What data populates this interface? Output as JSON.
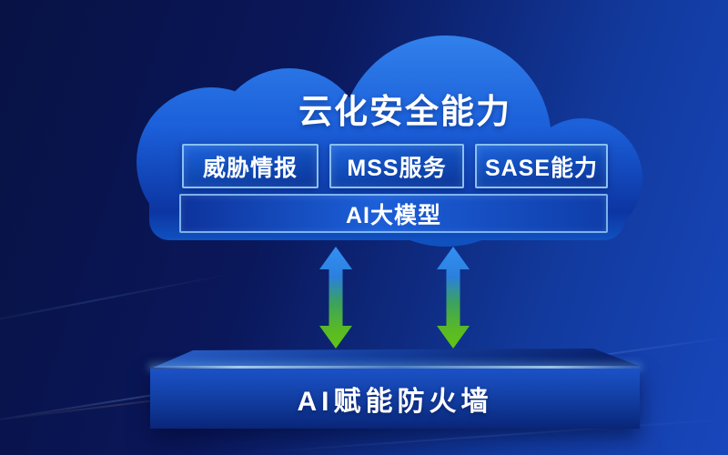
{
  "diagram": {
    "cloud": {
      "title": "云化安全能力",
      "capabilities": [
        {
          "label": "威胁情报"
        },
        {
          "label": "MSS服务"
        },
        {
          "label": "SASE能力"
        }
      ],
      "model": {
        "label": "AI大模型"
      }
    },
    "arrows": {
      "count": 2,
      "direction": "bidirectional-vertical"
    },
    "platform": {
      "label": "AI赋能防火墙"
    },
    "colors": {
      "background_dark": "#081244",
      "background_bright": "#1847bc",
      "cloud_top": "#3181ec",
      "cloud_bottom": "#0c35a2",
      "box_border": "#8ec8f8",
      "box_fill": "#1049b4",
      "arrow_blue": "#3390f5",
      "arrow_green": "#62c414",
      "platform_front": "#113c9e",
      "edge_highlight": "#aee0ff",
      "text": "#ffffff"
    }
  }
}
